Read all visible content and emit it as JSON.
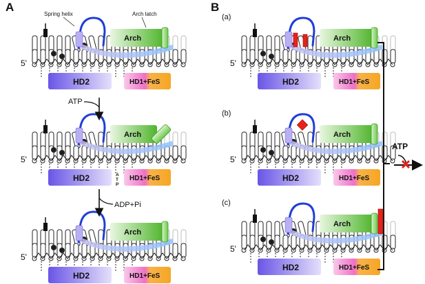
{
  "panel_a": {
    "letter": "A",
    "spring_helix_label": "Spring helix",
    "arch_latch_label": "Arch latch",
    "states": [
      {
        "five_prime": "5'",
        "arch": "Arch",
        "hd2": "HD2",
        "hd1": "HD1+FeS",
        "atp_letters": ""
      },
      {
        "five_prime": "5'",
        "arch": "Arch",
        "hd2": "HD2",
        "hd1": "HD1+FeS",
        "atp_letters": "ATP"
      },
      {
        "five_prime": "5'",
        "arch": "Arch",
        "hd2": "HD2",
        "hd1": "HD1+FeS",
        "atp_letters": ""
      }
    ],
    "arrow1_label": "ATP",
    "arrow2_label": "ADP+Pi"
  },
  "panel_b": {
    "letter": "B",
    "states": [
      {
        "tag": "(a)",
        "five_prime": "5'",
        "arch": "Arch",
        "hd2": "HD2",
        "hd1": "HD1+FeS"
      },
      {
        "tag": "(b)",
        "five_prime": "5'",
        "arch": "Arch",
        "hd2": "HD2",
        "hd1": "HD1+FeS"
      },
      {
        "tag": "(c)",
        "five_prime": "5'",
        "arch": "Arch",
        "hd2": "HD2",
        "hd1": "HD1+FeS"
      }
    ],
    "blocked_label": "ATP"
  },
  "colors": {
    "hd2": "#7b68ee",
    "hd1_pink": "#f06fc8",
    "hd1_orange": "#f5a623",
    "arch_green": "#5cbf3a",
    "spring_blue": "#1f3fd6",
    "block_red": "#e8221b"
  }
}
